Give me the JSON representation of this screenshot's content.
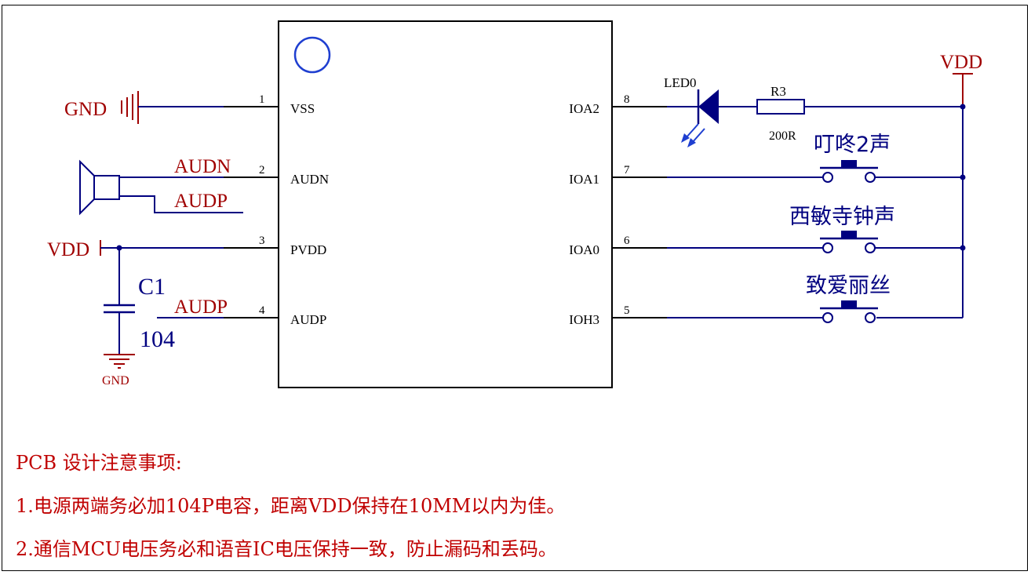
{
  "colors": {
    "wire": "#000080",
    "net_label": "#a00000",
    "component_body": "#000000",
    "pin": "#000000",
    "note_text": "#c00000"
  },
  "ic": {
    "left_pins": [
      {
        "number": "1",
        "name": "VSS"
      },
      {
        "number": "2",
        "name": "AUDN"
      },
      {
        "number": "3",
        "name": "PVDD"
      },
      {
        "number": "4",
        "name": "AUDP"
      }
    ],
    "right_pins": [
      {
        "number": "8",
        "name": "IOA2"
      },
      {
        "number": "7",
        "name": "IOA1"
      },
      {
        "number": "6",
        "name": "IOA0"
      },
      {
        "number": "5",
        "name": "IOH3"
      }
    ]
  },
  "nets": {
    "gnd_left": "GND",
    "audn": "AUDN",
    "audp_speaker": "AUDP",
    "vdd_left": "VDD",
    "audp_pin4": "AUDP",
    "gnd_cap": "GND",
    "vdd_right": "VDD"
  },
  "components": {
    "capacitor": {
      "designator": "C1",
      "value": "104"
    },
    "led": {
      "designator": "LED0"
    },
    "resistor": {
      "designator": "R3",
      "value": "200R"
    }
  },
  "buttons": [
    {
      "label": "叮咚2声"
    },
    {
      "label": "西敏寺钟声"
    },
    {
      "label": "致爱丽丝"
    }
  ],
  "notes": {
    "title": "PCB  设计注意事项:",
    "line1": "1.电源两端务必加104P电容，距离VDD保持在10MM以内为佳。",
    "line2": "2.通信MCU电压务必和语音IC电压保持一致，防止漏码和丢码。"
  }
}
